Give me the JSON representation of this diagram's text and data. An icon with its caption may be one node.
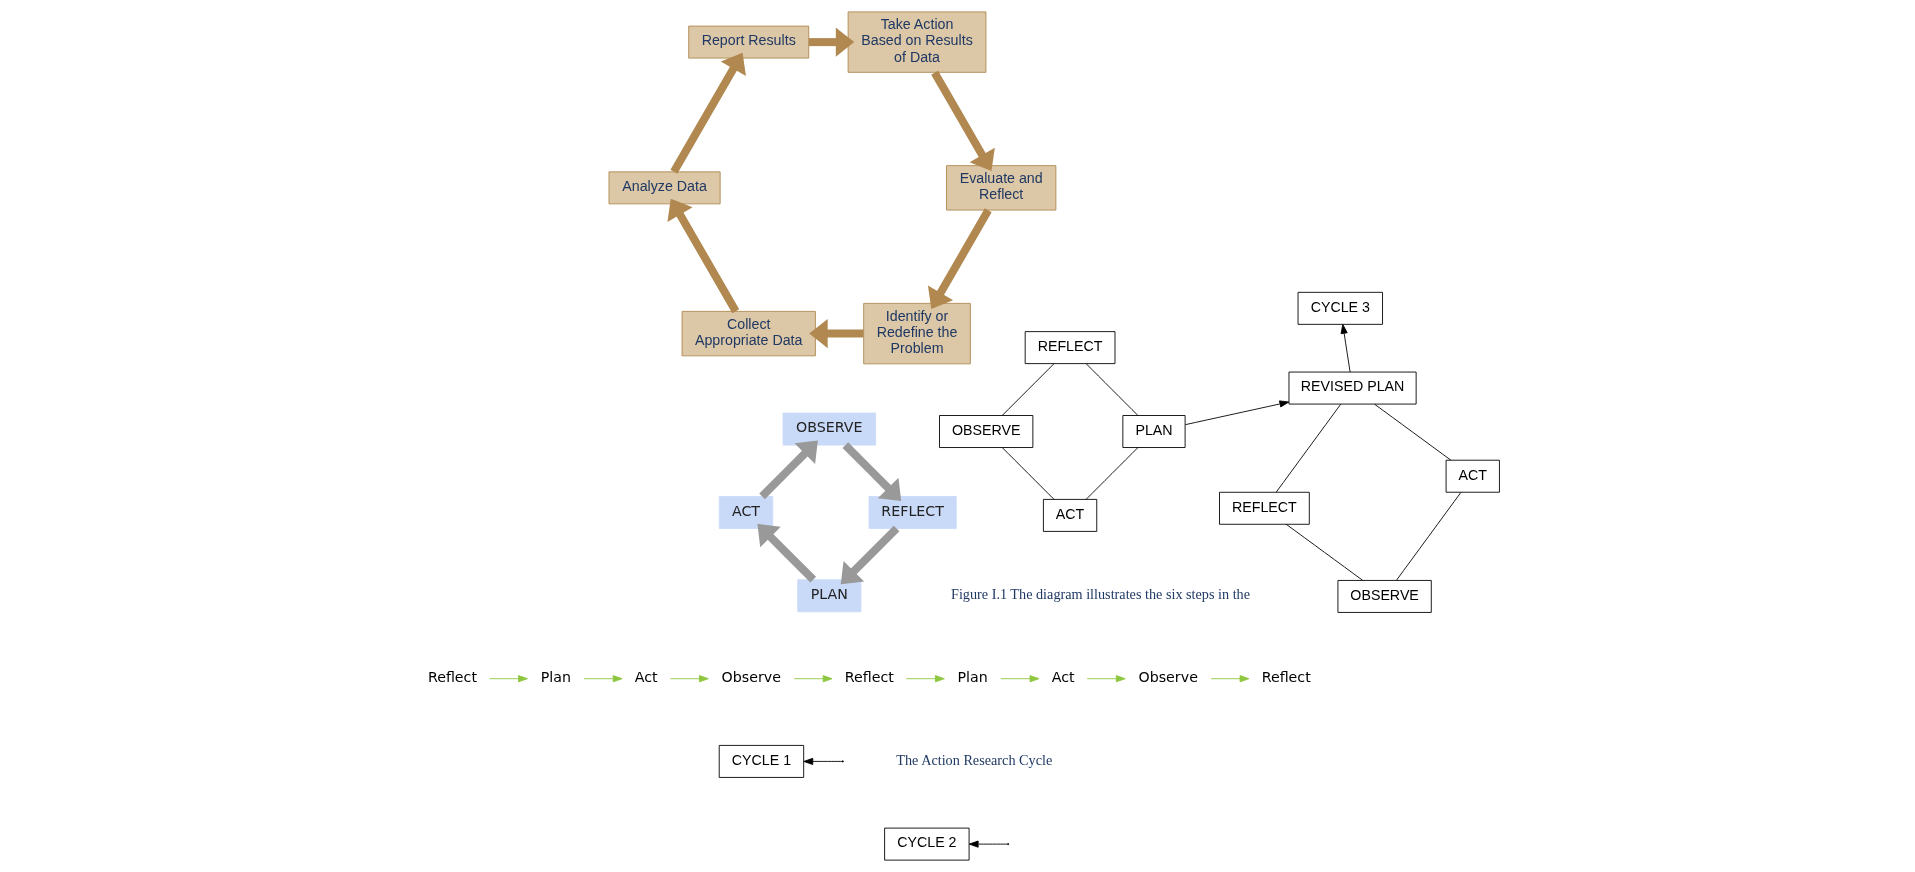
{
  "diagram": {
    "nodes": [
      {
        "text": [
          "PLAN"
        ]
      },
      {
        "text": [
          "ACT"
        ]
      },
      {
        "text": [
          "OBSERVE"
        ]
      },
      {
        "text": [
          "REFLECT"
        ]
      },
      {
        "text": [
          "Identify or Redefine the Problem"
        ]
      },
      {
        "text": [
          "Collect Appropriate Data"
        ]
      },
      {
        "text": [
          "Analyze Data"
        ]
      },
      {
        "text": [
          "Report Results"
        ]
      },
      {
        "text": [
          "Take Action Based on Results of Data"
        ]
      },
      {
        "text": [
          "Evaluate and Reflect"
        ]
      },
      {
        "text": [
          "PLAN"
        ]
      },
      {
        "text": [
          "ACT"
        ]
      },
      {
        "text": [
          "OBSERVE"
        ]
      },
      {
        "text": [
          "REFLECT"
        ]
      },
      {
        "text": [
          "CYCLE 1"
        ]
      },
      {
        "text": [
          "REVISED PLAN"
        ]
      },
      {
        "text": [
          "ACT"
        ]
      },
      {
        "text": [
          "OBSERVE"
        ]
      },
      {
        "text": [
          "REFLECT"
        ]
      },
      {
        "text": [
          "CYCLE 2"
        ]
      },
      {
        "text": [
          "CYCLE 3"
        ]
      },
      {
        "text": [
          "Reflect"
        ]
      },
      {
        "text": [
          "Plan"
        ]
      },
      {
        "text": [
          "Act"
        ]
      },
      {
        "text": [
          "Observe"
        ]
      },
      {
        "text": [
          "Reflect"
        ]
      },
      {
        "text": [
          "Plan"
        ]
      },
      {
        "text": [
          "Act"
        ]
      },
      {
        "text": [
          "Observe"
        ]
      },
      {
        "text": [
          "Reflect"
        ]
      }
    ],
    "edges": [
      {
        "from": 3,
        "to": 0,
        "arrow": "to",
        "style": "thick",
        "color": "#999999"
      },
      {
        "from": 0,
        "to": 1,
        "arrow": "to",
        "style": "thick",
        "color": "#999999"
      },
      {
        "from": 1,
        "to": 2,
        "arrow": "to",
        "style": "thick",
        "color": "#999999"
      },
      {
        "from": 2,
        "to": 3,
        "arrow": "to",
        "style": "thick",
        "color": "#999999"
      },
      {
        "from": 4,
        "to": 5,
        "arrow": "to",
        "style": "thick",
        "color": "#b08850"
      },
      {
        "from": 5,
        "to": 6,
        "arrow": "to",
        "style": "thick",
        "color": "#b08850"
      },
      {
        "from": 6,
        "to": 7,
        "arrow": "to",
        "style": "thick",
        "color": "#b08850"
      },
      {
        "from": 7,
        "to": 8,
        "arrow": "to",
        "style": "thick",
        "color": "#b08850"
      },
      {
        "from": 8,
        "to": 9,
        "arrow": "to",
        "style": "thick",
        "color": "#b08850"
      },
      {
        "from": 9,
        "to": 4,
        "arrow": "to",
        "style": "thick",
        "color": "#b08850"
      },
      {
        "from": 10,
        "to": 11,
        "arrow": "none"
      },
      {
        "from": 11,
        "to": 12,
        "arrow": "none"
      },
      {
        "from": 12,
        "to": 13,
        "arrow": "none"
      },
      {
        "from": 13,
        "to": 10,
        "arrow": "none"
      },
      {
        "from": null,
        "to": 14,
        "arrow": "to"
      },
      {
        "from": 10,
        "to": 15,
        "arrow": "to"
      },
      {
        "from": 15,
        "to": 16,
        "arrow": "none"
      },
      {
        "from": 16,
        "to": 17,
        "arrow": "none"
      },
      {
        "from": 17,
        "to": 18,
        "arrow": "none"
      },
      {
        "from": 18,
        "to": 15,
        "arrow": "none"
      },
      {
        "from": null,
        "to": 19,
        "arrow": "to"
      },
      {
        "from": 15,
        "to": 20,
        "arrow": "to"
      },
      {
        "from": 21,
        "to": 22,
        "arrow": "to",
        "color": "#8dc63f"
      },
      {
        "from": 22,
        "to": 23,
        "arrow": "to",
        "color": "#8dc63f"
      },
      {
        "from": 23,
        "to": 24,
        "arrow": "to",
        "color": "#8dc63f"
      },
      {
        "from": 24,
        "to": 25,
        "arrow": "to",
        "color": "#8dc63f"
      },
      {
        "from": 25,
        "to": 26,
        "arrow": "to",
        "color": "#8dc63f"
      },
      {
        "from": 26,
        "to": 27,
        "arrow": "to",
        "color": "#8dc63f"
      },
      {
        "from": 27,
        "to": 28,
        "arrow": "to",
        "color": "#8dc63f"
      },
      {
        "from": 28,
        "to": 29,
        "arrow": "to",
        "color": "#8dc63f"
      }
    ],
    "labels": [
      "The Action Research Cycle",
      "Figure I.1 The diagram illustrates the six steps in the"
    ]
  }
}
